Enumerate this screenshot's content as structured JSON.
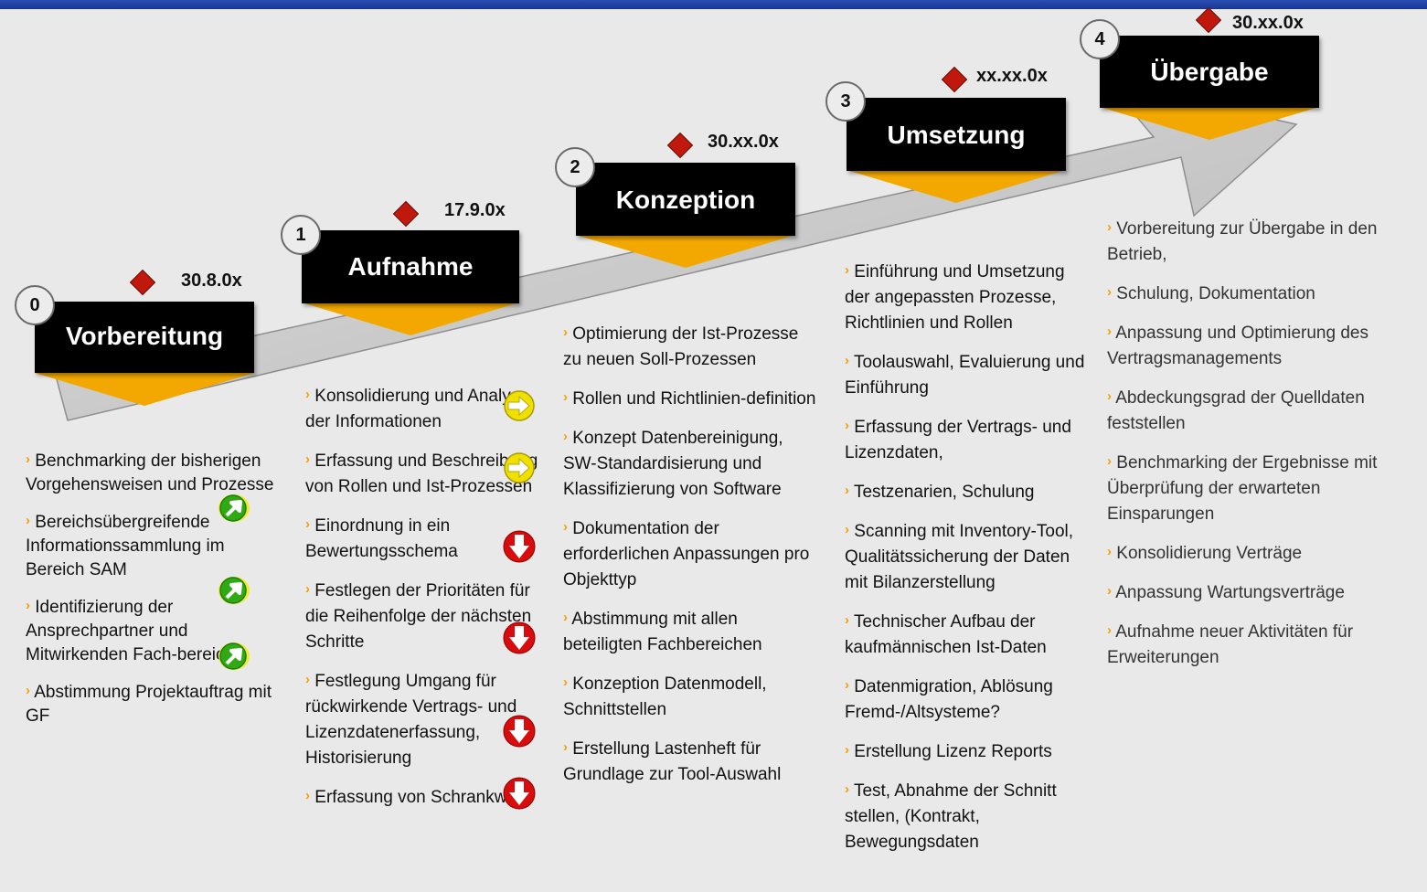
{
  "phases": [
    {
      "num": "0",
      "title": "Vorbereitung",
      "date": "30.8.0x",
      "items": [
        "Benchmarking der bisherigen Vorgehensweisen und Prozesse",
        "Bereichsübergreifende Informationssammlung im Bereich SAM",
        "Identifizierung der Ansprechpartner und Mitwirkenden Fach-bereiche",
        "Abstimmung Projektauftrag mit GF"
      ]
    },
    {
      "num": "1",
      "title": "Aufnahme",
      "date": "17.9.0x",
      "items": [
        "Konsolidierung und Analyse der Informationen",
        "Erfassung und Beschreibung von Rollen und Ist-Prozessen",
        "Einordnung in ein Bewertungsschema",
        "Festlegen der Prioritäten für die Reihenfolge der nächsten Schritte",
        "Festlegung Umgang für rückwirkende Vertrags- und Lizenzdatenerfassung, Historisierung",
        "Erfassung von Schrankware"
      ]
    },
    {
      "num": "2",
      "title": "Konzeption",
      "date": "30.xx.0x",
      "items": [
        "Optimierung der Ist-Prozesse zu neuen Soll-Prozessen",
        "Rollen und Richtlinien-definition",
        "Konzept Datenbereinigung, SW-Standardisierung und Klassifizierung von Software",
        "Dokumentation der erforderlichen Anpassungen pro Objekttyp",
        "Abstimmung mit allen beteiligten Fachbereichen",
        "Konzeption Datenmodell, Schnittstellen",
        "Erstellung Lastenheft für Grundlage zur Tool-Auswahl"
      ]
    },
    {
      "num": "3",
      "title": "Umsetzung",
      "date": "xx.xx.0x",
      "items": [
        "Einführung und Umsetzung der angepassten Prozesse, Richtlinien und Rollen",
        "Toolauswahl, Evaluierung und Einführung",
        "Erfassung der Vertrags- und Lizenzdaten,",
        "Testzenarien, Schulung",
        "Scanning mit Inventory-Tool, Qualitätssicherung der Daten mit Bilanzerstellung",
        "Technischer Aufbau der kaufmännischen Ist-Daten",
        "Datenmigration, Ablösung Fremd-/Altsysteme?",
        "Erstellung Lizenz Reports",
        "Test, Abnahme der Schnitt stellen, (Kontrakt, Bewegungsdaten"
      ]
    },
    {
      "num": "4",
      "title": "Übergabe",
      "date": "30.xx.0x",
      "items": [
        "Vorbereitung zur Übergabe in den Betrieb,",
        "Schulung, Dokumentation",
        "Anpassung und Optimierung des Vertragsmanagements",
        "Abdeckungsgrad der Quelldaten feststellen",
        "Benchmarking der Ergebnisse mit Überprüfung der erwarteten Einsparungen",
        "Konsolidierung Verträge",
        "Anpassung Wartungsverträge",
        "Aufnahme neuer Aktivitäten für Erweiterungen"
      ]
    }
  ],
  "status_icons": {
    "phase0": [
      "arrow-up-right-icon",
      "arrow-up-right-icon",
      "arrow-up-right-icon"
    ],
    "phase1": [
      "arrow-right-icon",
      "arrow-right-icon",
      "arrow-down-icon",
      "arrow-down-icon",
      "arrow-down-icon",
      "arrow-down-icon"
    ]
  },
  "colors": {
    "phase_box": "#000000",
    "chevron": "#f2a800",
    "milestone": "#c0180c",
    "arrow": "#c8c8c8",
    "green_status": "#2faa14",
    "yellow_status": "#f0e000",
    "red_status": "#d80c0c"
  }
}
